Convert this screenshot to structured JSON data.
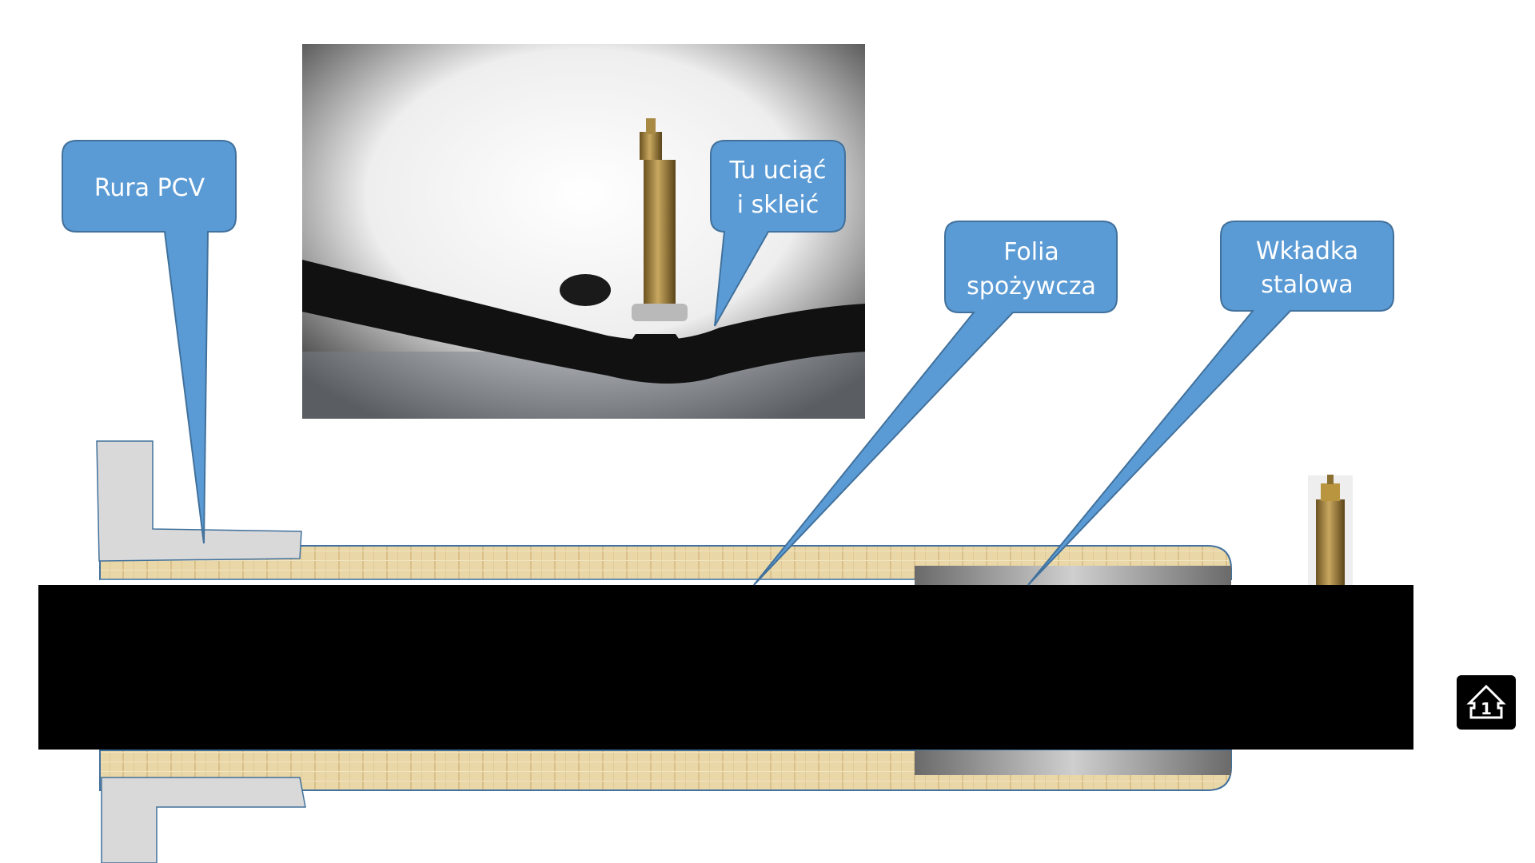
{
  "callouts": {
    "pcv": "Rura PCV",
    "cut_line1": "Tu uciąć",
    "cut_line2": "i skleić",
    "foil_line1": "Folia",
    "foil_line2": "spożywcza",
    "insert_line1": "Wkładka",
    "insert_line2": "stalowa"
  },
  "nav": {
    "icon": "home-level-1-icon",
    "label": "1"
  },
  "colors": {
    "callout": "#5b9bd5",
    "callout_border": "#41719c",
    "pcv": "#d9d9d9",
    "wood": "#e8d5a6",
    "steel": "#9a9a9a"
  }
}
